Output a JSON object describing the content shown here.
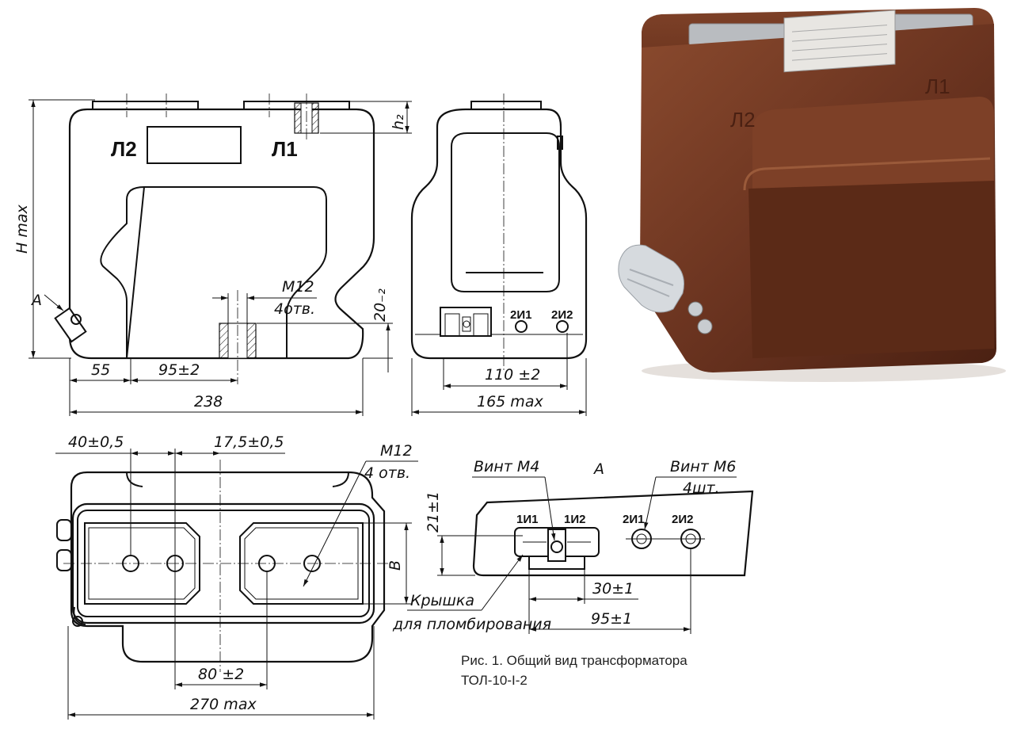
{
  "front_view": {
    "height_label": "H max",
    "h2_label": "h₂",
    "terminal_l2": "Л2",
    "terminal_l1": "Л1",
    "view_a_arrow": "А",
    "thread_label": "M12",
    "holes_label": "4отв.",
    "dim_20": "20₋₂",
    "dim_55": "55",
    "dim_95": "95±2",
    "dim_238": "238"
  },
  "side_view": {
    "sec_2i1": "2И1",
    "sec_2i2": "2И2",
    "dim_110": "110 ±2",
    "dim_165": "165 max"
  },
  "top_view": {
    "dim_40": "40±0,5",
    "dim_175": "17,5±0,5",
    "thread_label": "M12",
    "holes_label": "4 отв.",
    "dim_b": "B",
    "dim_80": "80 ±2",
    "dim_270": "270 max"
  },
  "detail_a": {
    "title": "А",
    "screw_m4": "Винт М4",
    "screw_m6": "Винт М6",
    "screw_m6_count": "4шт.",
    "dim_21": "21±1",
    "t_1i1": "1И1",
    "t_1i2": "1И2",
    "t_2i1": "2И1",
    "t_2i2": "2И2",
    "dim_30": "30±1",
    "dim_95": "95±1",
    "cover_label": "Крышка",
    "cover_label_2": "для пломбирования"
  },
  "photo": {
    "marking_l2": "Л2",
    "marking_l1": "Л1",
    "body_color": "#6b3420",
    "cap_color": "#b9bcc0"
  },
  "caption": {
    "line1": "Рис. 1. Общий вид трансформатора",
    "line2": "ТОЛ-10-I-2"
  }
}
